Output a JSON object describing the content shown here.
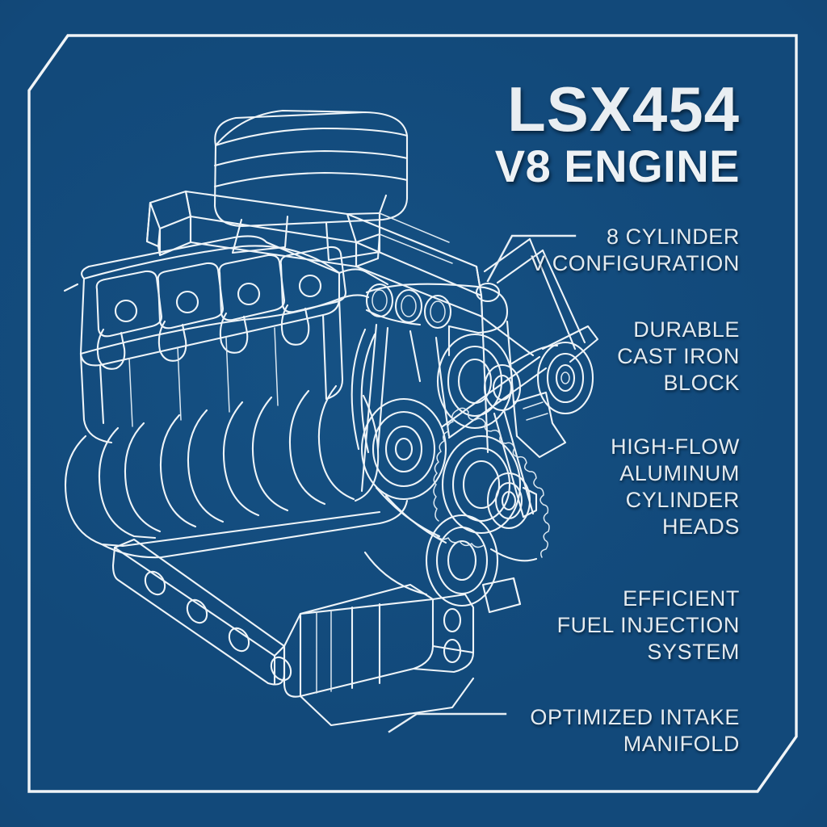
{
  "poster": {
    "background_color": "#12497a",
    "line_color": "#eef4f8",
    "text_color": "#e4ebf0",
    "style": "blueprint technical illustration"
  },
  "title": {
    "main": "LSX454",
    "sub": "V8 ENGINE"
  },
  "callouts": [
    {
      "name": "cylinder-configuration",
      "lines": [
        "8 CYLINDER",
        "V CONFIGURATION"
      ],
      "has_leader_line": true
    },
    {
      "name": "engine-block",
      "lines": [
        "DURABLE",
        "CAST IRON",
        "BLOCK"
      ],
      "has_leader_line": false
    },
    {
      "name": "cylinder-heads",
      "lines": [
        "HIGH-FLOW",
        "ALUMINUM",
        "CYLINDER",
        "HEADS"
      ],
      "has_leader_line": false
    },
    {
      "name": "fuel-injection",
      "lines": [
        "EFFICIENT",
        "FUEL INJECTION",
        "SYSTEM"
      ],
      "has_leader_line": false
    },
    {
      "name": "intake-manifold",
      "lines": [
        "OPTIMIZED INTAKE",
        "MANIFOLD"
      ],
      "has_leader_line": true
    }
  ],
  "frame": {
    "name": "blueprint-border",
    "chamfered_corners": [
      "top-left",
      "bottom-right"
    ]
  },
  "illustration": {
    "name": "v8-engine-line-drawing",
    "subject": "LSX454 V8 engine, three-quarter isometric view",
    "parts": [
      "air-cleaner-housing",
      "intake-manifold",
      "valve-cover",
      "ignition-coil-packs",
      "exhaust-headers",
      "oil-pan-rail",
      "crankshaft-pulley",
      "accessory-pulleys",
      "serpentine-belt",
      "timing-sprocket",
      "alternator-bracket"
    ]
  }
}
